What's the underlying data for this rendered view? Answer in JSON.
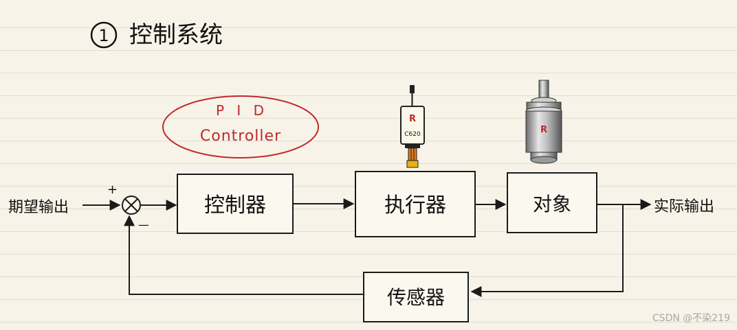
{
  "title": {
    "number": "1",
    "text": "控制系统"
  },
  "pid_label": {
    "line1": "P I D",
    "line2": "Controller"
  },
  "device_labels": {
    "esc_logo": "R",
    "esc_model": "C620",
    "motor_logo": "R"
  },
  "blocks": {
    "controller": "控制器",
    "actuator": "执行器",
    "plant": "对象",
    "sensor": "传感器"
  },
  "signals": {
    "input": "期望输出",
    "output": "实际输出",
    "plus": "+",
    "minus": "—"
  },
  "watermark": "CSDN @不染219",
  "colors": {
    "ink": "#111111",
    "accent_red": "#c0282d",
    "paper": "#f7f3e8"
  }
}
